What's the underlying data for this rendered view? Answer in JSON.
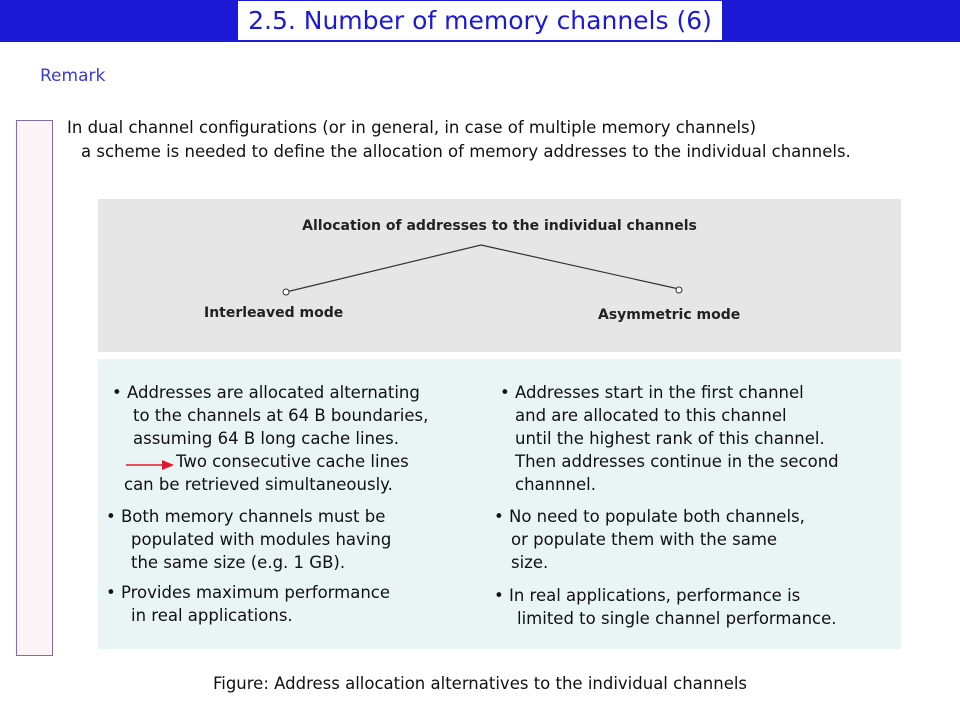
{
  "header": {
    "title": "2.5.  Number of memory channels (6)"
  },
  "remark": "Remark",
  "intro": {
    "line1": "In dual channel configurations (or in general, in case of multiple memory channels)",
    "line2": "a scheme is needed to define the allocation of memory addresses to the individual channels."
  },
  "diagram": {
    "title": "Allocation of addresses to the individual channels",
    "left_mode": "Interleaved mode",
    "right_mode": "Asymmetric mode"
  },
  "interleaved": {
    "b1": {
      "l1": "•  Addresses are allocated alternating",
      "l2": "to the channels at 64 B boundaries,",
      "l3": "assuming 64 B long cache lines.",
      "l4": "Two consecutive cache lines",
      "l5": "can be retrieved simultaneously."
    },
    "b2": {
      "l1": "•  Both memory channels must be",
      "l2": "populated with modules having",
      "l3": "the same size (e.g. 1 GB)."
    },
    "b3": {
      "l1": "•  Provides maximum performance",
      "l2": "in real applications."
    }
  },
  "asymmetric": {
    "b1": {
      "l1": "•  Addresses start in the first channel",
      "l2": "and are allocated to this channel",
      "l3": "until the highest rank of this channel.",
      "l4": "Then addresses continue in the second",
      "l5": "channnel."
    },
    "b2": {
      "l1": "•  No need to populate both channels,",
      "l2": "or populate them with the same",
      "l3": "size."
    },
    "b3": {
      "l1": "•  In real applications, performance is",
      "l2": "limited to single channel performance."
    }
  },
  "caption": "Figure: Address allocation alternatives to the individual channels",
  "colors": {
    "title_blue": "#1c1ad6",
    "arrow_red": "#e0182d",
    "panel_gray": "#e6e6e6",
    "panel_teal": "#e9f4f4"
  },
  "icons": {
    "implies": "red-right-arrow-icon"
  }
}
